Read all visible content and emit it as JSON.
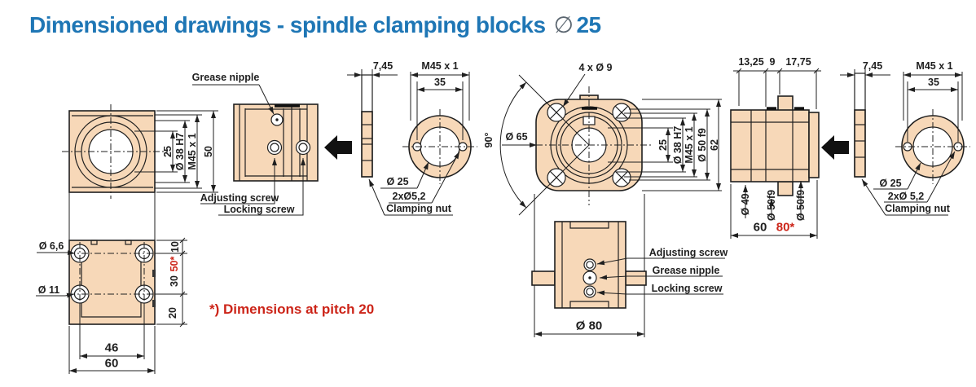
{
  "title": {
    "text": "Dimensioned drawings - spindle clamping blocks",
    "symbol": "∅",
    "size": "25"
  },
  "footnote": "*) Dimensions at pitch 20",
  "colors": {
    "fill": "#f7d8b8",
    "line": "#1f1f1f",
    "title_blue": "#1e76b5",
    "red": "#cc2418"
  },
  "front_view": {
    "dim_25": "25",
    "dim_38": "Ø 38 H7",
    "dim_m45": "M45 x 1",
    "dim_50": "50"
  },
  "side_view": {
    "grease_nipple": "Grease nipple",
    "adjusting_screw": "Adjusting screw",
    "locking_screw": "Locking screw"
  },
  "nut_left": {
    "dim_width": "7,45",
    "dim_m45": "M45 x 1",
    "dim_35": "35",
    "dim_25": "Ø 25",
    "dim_holes": "2xØ5,2",
    "label": "Clamping nut"
  },
  "flange": {
    "dim_holes": "4 x Ø 9",
    "angle": "90°",
    "dim_65": "Ø 65",
    "dim_25": "25",
    "dim_38": "Ø 38 H7",
    "dim_m45": "M45 x 1",
    "dim_50f9": "Ø 50 f9",
    "dim_62": "62",
    "dim_80": "Ø 80"
  },
  "bottom_view": {
    "adjusting_screw": "Adjusting screw",
    "grease_nipple": "Grease nipple",
    "locking_screw": "Locking screw"
  },
  "shaft_view": {
    "dim_a": "13,25",
    "dim_b": "9",
    "dim_c": "17,75",
    "dim_d1": "Ø 49",
    "dim_d2": "Ø 50f9",
    "dim_d3": "Ø 50f9",
    "dim_60": "60",
    "dim_80": "80*"
  },
  "base_view": {
    "dim_hole1": "Ø 6,6",
    "dim_hole2": "Ø 11",
    "dim_10": "10",
    "dim_50": "50*",
    "dim_30": "30",
    "dim_20": "20",
    "dim_46": "46",
    "dim_60": "60"
  },
  "nut_right": {
    "dim_width": "7,45",
    "dim_m45": "M45 x 1",
    "dim_35": "35",
    "dim_25": "Ø 25",
    "dim_holes": "2xØ 5,2",
    "label": "Clamping nut"
  }
}
